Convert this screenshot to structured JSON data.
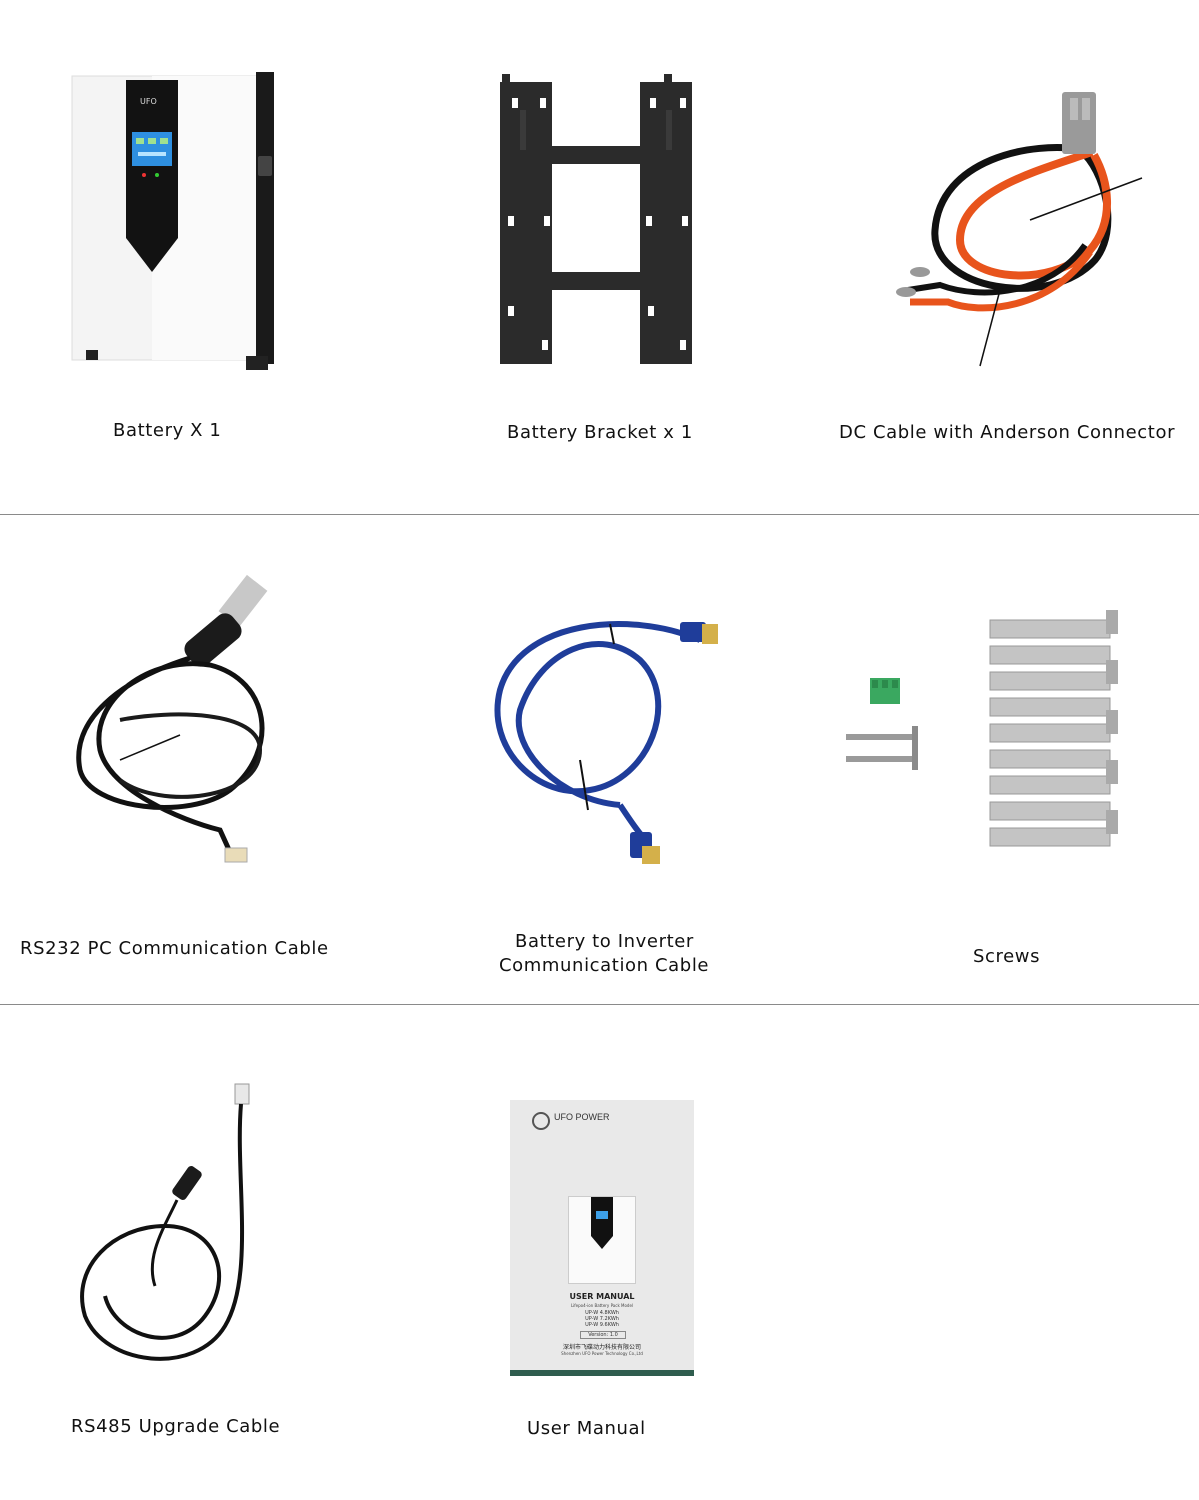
{
  "items": [
    {
      "caption": "Battery X 1",
      "device": {
        "brand": "UFO"
      }
    },
    {
      "caption": "Battery Bracket x 1"
    },
    {
      "caption": "DC Cable with Anderson Connector"
    },
    {
      "caption": "RS232 PC Communication Cable"
    },
    {
      "caption_line1": "Battery to Inverter",
      "caption_line2": "Communication Cable"
    },
    {
      "caption": "Screws"
    },
    {
      "caption": "RS485 Upgrade Cable"
    },
    {
      "caption": "User Manual",
      "manual": {
        "brand": "UFO POWER",
        "title": "USER MANUAL",
        "subtitle": "Lifepo4-ion Battery Pack Model",
        "models": [
          "UP-W 4.8KWh",
          "UP-W 7.2KWh",
          "UP-W 9.6KWh"
        ],
        "version": "Version: 1.0",
        "company_cn": "深圳市飞碟动力科技有限公司",
        "company_en": "Shenzhen UFO Power Technology Co.,Ltd"
      }
    }
  ],
  "colors": {
    "divider": "#8a8a8a",
    "cable_orange": "#e8541c",
    "cable_blue": "#1f3d9a",
    "terminal_green": "#3aa860"
  }
}
